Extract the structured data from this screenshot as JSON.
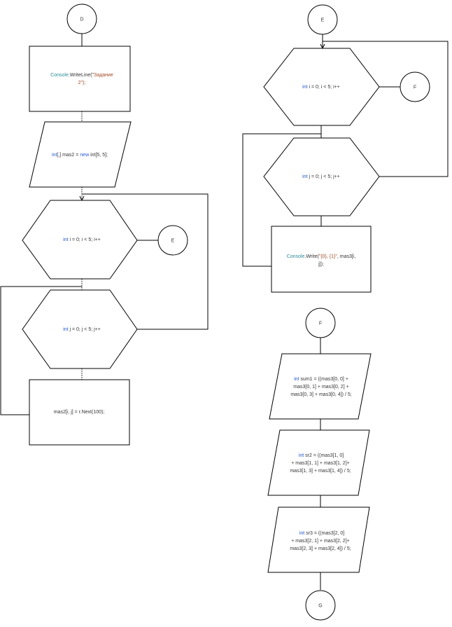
{
  "connectors": {
    "d": "D",
    "e": "E",
    "f1": "F",
    "f2": "F",
    "g": "G",
    "e_right": "E"
  },
  "left": {
    "writeline": {
      "cls": "Console",
      "method": ".WriteLine(\"",
      "str1": "Задание",
      "str2": "2\");"
    },
    "decl": {
      "kw": "int",
      "rest1": "[,] mas2 = ",
      "kw2": "new",
      "rest2": " int[5, 5];"
    },
    "loop_i": {
      "kw": "int",
      "rest": " i = 0; i < 5; i++"
    },
    "loop_j": {
      "kw": "int",
      "rest": " j = 0; j < 5; j++"
    },
    "assign": "mas2[i, j] = r.Next(100);"
  },
  "right": {
    "loop_i": {
      "kw": "int",
      "rest": " i = 0; i < 5; i++"
    },
    "loop_j": {
      "kw": "int",
      "rest": " j = 0; j < 5; j++"
    },
    "write": {
      "cls": "Console",
      "rest1": ".Write(",
      "str": "\"{0}, {1}\"",
      "rest2": ", mas3[i,",
      "line2": "j]);"
    },
    "sr1": {
      "kw": "int",
      "line1": " sum1 = ((mas3[0, 0] +",
      "line2": "mas3[0, 1] + mas3[0, 2] +",
      "line3": "mas3[0, 3] + mas3[0, 4]) / 5;"
    },
    "sr2": {
      "kw": "int",
      "line1": " sr2 = ((mas3[1, 0]",
      "line2": "+ mas3[1, 1] + mas3[1, 2]+",
      "line3": "mas3[1, 3] + mas3[1, 4]) / 5;"
    },
    "sr3": {
      "kw": "int",
      "line1": " sr3 = ((mas3[2, 0]",
      "line2": "+ mas3[2, 1] + mas3[2, 2]+",
      "line3": "mas3[2, 3] + mas3[2, 4]) / 5;"
    }
  }
}
